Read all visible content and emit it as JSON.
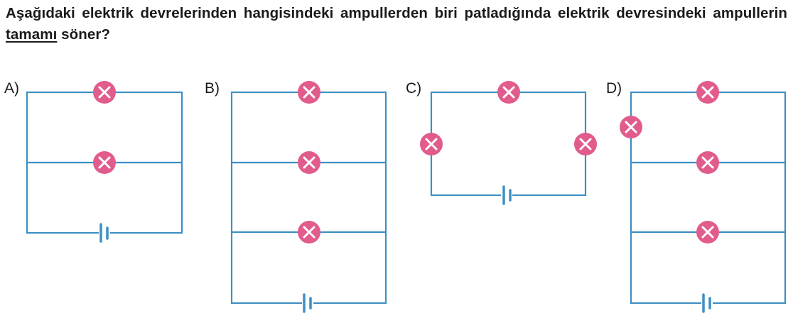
{
  "question": {
    "part1": "Aşağıdaki elektrik devrelerinden hangisindeki ampullerden biri patladığında elektrik devresindeki ampullerin ",
    "emphasis": "tamamı",
    "part2": " söner?"
  },
  "options": [
    {
      "label": "A)",
      "bulbs": 2,
      "battery": 1
    },
    {
      "label": "B)",
      "bulbs": 3,
      "battery": 1
    },
    {
      "label": "C)",
      "bulbs": 3,
      "battery": 1
    },
    {
      "label": "D)",
      "bulbs": 4,
      "battery": 1
    }
  ],
  "colors": {
    "wire": "#3d8fc4",
    "bulb": "#e15c8d",
    "bulb_mark": "#ffffff",
    "text": "#1a1a1a"
  }
}
